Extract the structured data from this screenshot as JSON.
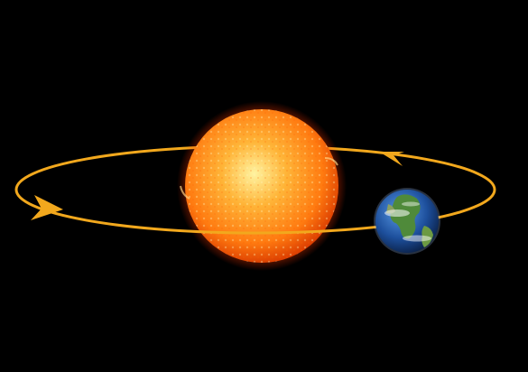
{
  "diagram": {
    "background_color": "#000000",
    "orbit_color": "#f2a81d",
    "sun_colors": [
      "#fff3a0",
      "#ffb437",
      "#ff7a10",
      "#d93a00"
    ],
    "earth_ocean_color": "#1d4f9c",
    "earth_land_color": "#4f8a3a",
    "bodies": [
      {
        "name": "sun",
        "icon": "sun-icon"
      },
      {
        "name": "earth",
        "icon": "earth-icon"
      }
    ],
    "orbit_arrows": [
      {
        "direction": "left"
      },
      {
        "direction": "right"
      }
    ]
  }
}
